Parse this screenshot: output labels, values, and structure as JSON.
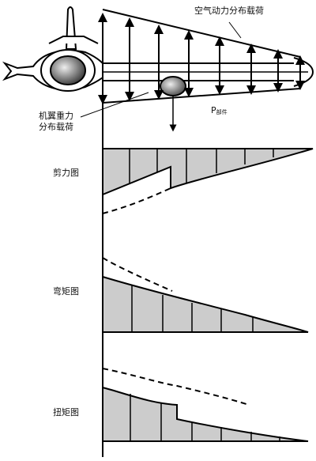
{
  "labels": {
    "aero_load": "空气动力分布载荷",
    "wing_gravity_line1": "机翼重力",
    "wing_gravity_line2": "分布载荷",
    "component_weight_main": "P",
    "component_weight_sub": "部件",
    "shear_diagram": "剪力图",
    "bending_diagram": "弯矩图",
    "torsion_diagram": "扭矩图"
  },
  "colors": {
    "stroke": "#000000",
    "diagram_fill": "#cccccc",
    "background": "#ffffff"
  },
  "icons": [
    "aircraft-fuselage-icon",
    "engine-nacelle-icon",
    "tail-fin-icon",
    "wing-tip-pod-icon"
  ]
}
